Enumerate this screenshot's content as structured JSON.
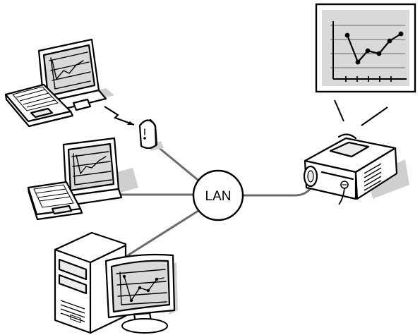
{
  "diagram": {
    "hub_label": "LAN",
    "nodes": [
      {
        "name": "laptop-wireless",
        "icon": "laptop-icon",
        "connection": "wireless"
      },
      {
        "name": "wireless-access-point",
        "icon": "access-point-icon",
        "connection": "wired"
      },
      {
        "name": "laptop-wired",
        "icon": "laptop-icon",
        "connection": "wired"
      },
      {
        "name": "desktop-computer",
        "icon": "desktop-computer-icon",
        "connection": "wired"
      },
      {
        "name": "projector",
        "icon": "projector-icon",
        "connection": "wired"
      },
      {
        "name": "projection-screen",
        "icon": "projection-screen-icon",
        "connection": "projection"
      }
    ],
    "colors": {
      "line": "#000000",
      "wire": "#6b6b6b",
      "shadow": "#cfcfcf",
      "screen_fill": "#d9d9d9"
    }
  }
}
